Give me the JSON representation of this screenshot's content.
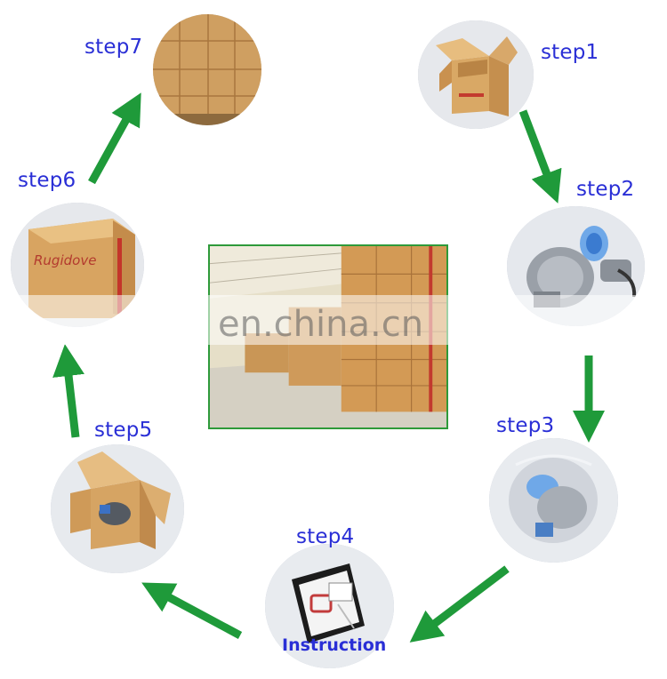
{
  "steps": {
    "s1": "step1",
    "s2": "step2",
    "s3": "step3",
    "s4": "step4",
    "s5": "step5",
    "s6": "step6",
    "s7": "step7"
  },
  "step4_caption": "Instruction",
  "watermark": "en.china.cn",
  "box_brand": "Rugidove",
  "colors": {
    "label": "#2a2fd6",
    "arrow": "#1f9a3a",
    "border": "#2e9a3a"
  }
}
